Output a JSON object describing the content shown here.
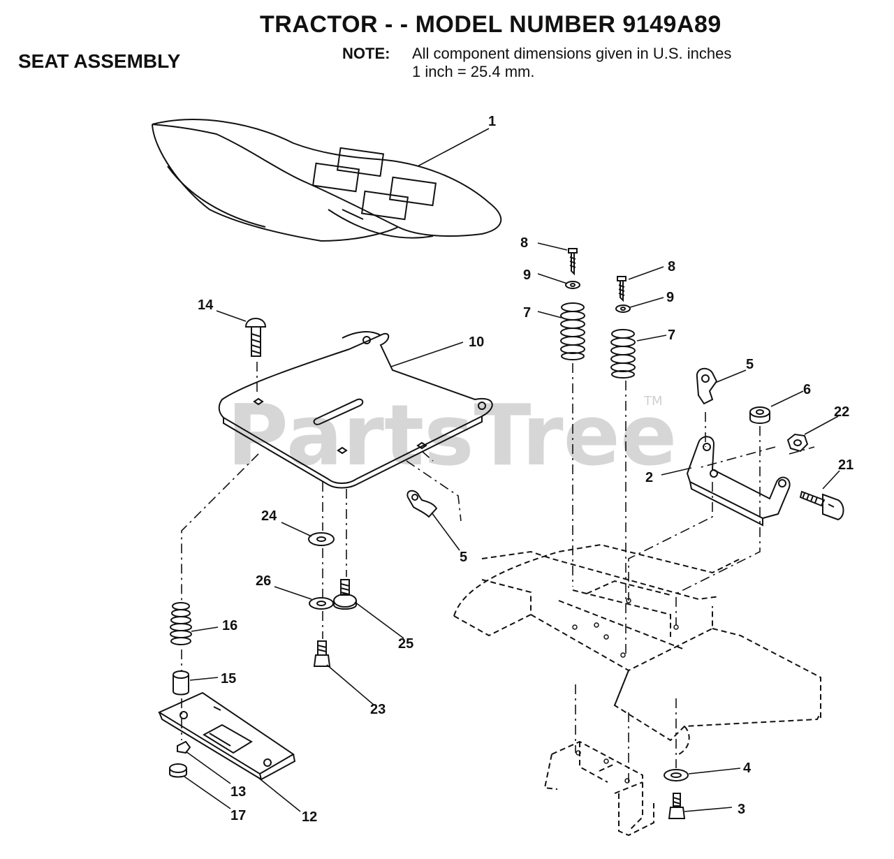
{
  "header": {
    "title": "TRACTOR - - MODEL NUMBER 9149A89",
    "subtitle": "SEAT ASSEMBLY",
    "note_label": "NOTE:",
    "note_line1": "All component dimensions given in U.S. inches",
    "note_line2": "1 inch = 25.4 mm."
  },
  "watermark": {
    "text": "PartsTree",
    "tm": "TM"
  },
  "callouts": {
    "c1": "1",
    "c2": "2",
    "c3": "3",
    "c4": "4",
    "c5a": "5",
    "c5b": "5",
    "c6": "6",
    "c7a": "7",
    "c7b": "7",
    "c8a": "8",
    "c8b": "8",
    "c9a": "9",
    "c9b": "9",
    "c10": "10",
    "c12": "12",
    "c13": "13",
    "c14": "14",
    "c15": "15",
    "c16": "16",
    "c17": "17",
    "c21": "21",
    "c22": "22",
    "c23": "23",
    "c24": "24",
    "c25": "25",
    "c26": "26"
  }
}
